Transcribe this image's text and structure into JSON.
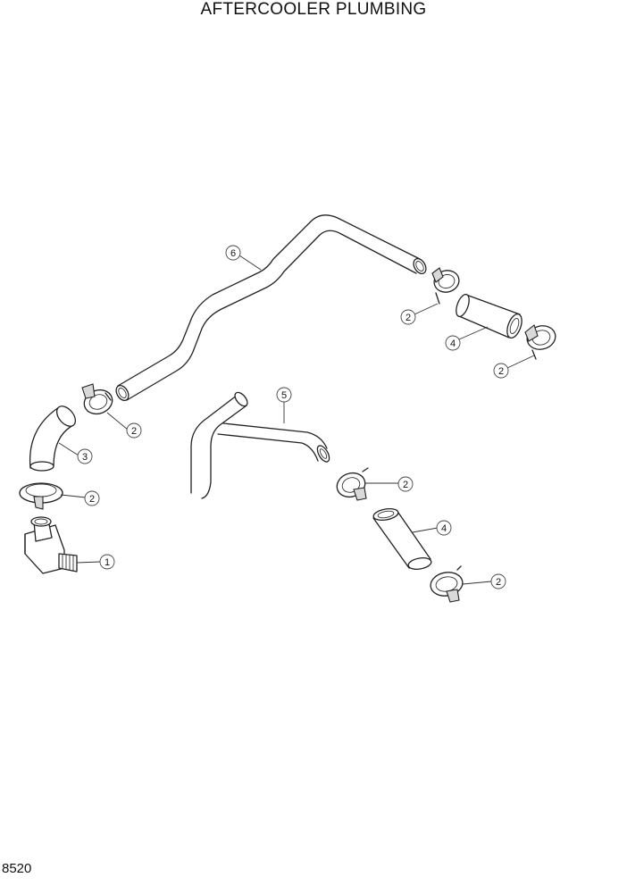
{
  "title": "AFTERCOOLER PLUMBING",
  "page_code": "8520",
  "callouts": {
    "c6": "6",
    "c2a": "2",
    "c4a": "4",
    "c2b": "2",
    "c2c": "2",
    "c3": "3",
    "c2d": "2",
    "c1": "1",
    "c5": "5",
    "c2e": "2",
    "c4b": "4",
    "c2f": "2"
  }
}
